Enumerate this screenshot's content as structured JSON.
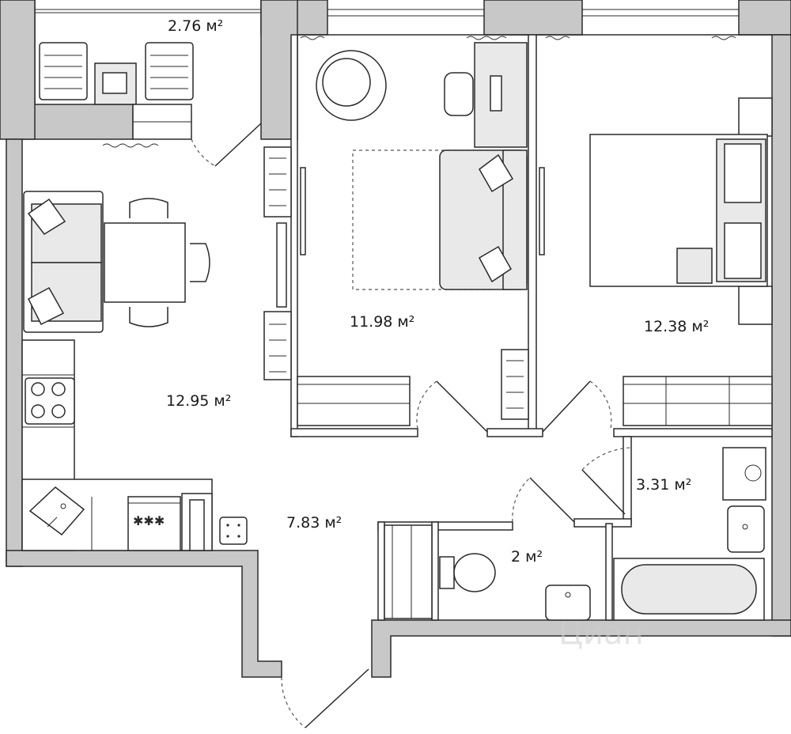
{
  "rooms": [
    {
      "id": "balcony",
      "area": "2.76 м²"
    },
    {
      "id": "bedroom-left",
      "area": "11.98 м²"
    },
    {
      "id": "bedroom-right",
      "area": "12.38 м²"
    },
    {
      "id": "kitchen-living",
      "area": "12.95 м²"
    },
    {
      "id": "bathroom",
      "area": "3.31 м²"
    },
    {
      "id": "hallway",
      "area": "7.83 м²"
    },
    {
      "id": "toilet",
      "area": "2 м²"
    }
  ],
  "watermark": "Циан",
  "colors": {
    "wall": "#c8c8c8",
    "line": "#2a2a2a",
    "furniture": "#e9e9e9",
    "background": "#ffffff"
  }
}
